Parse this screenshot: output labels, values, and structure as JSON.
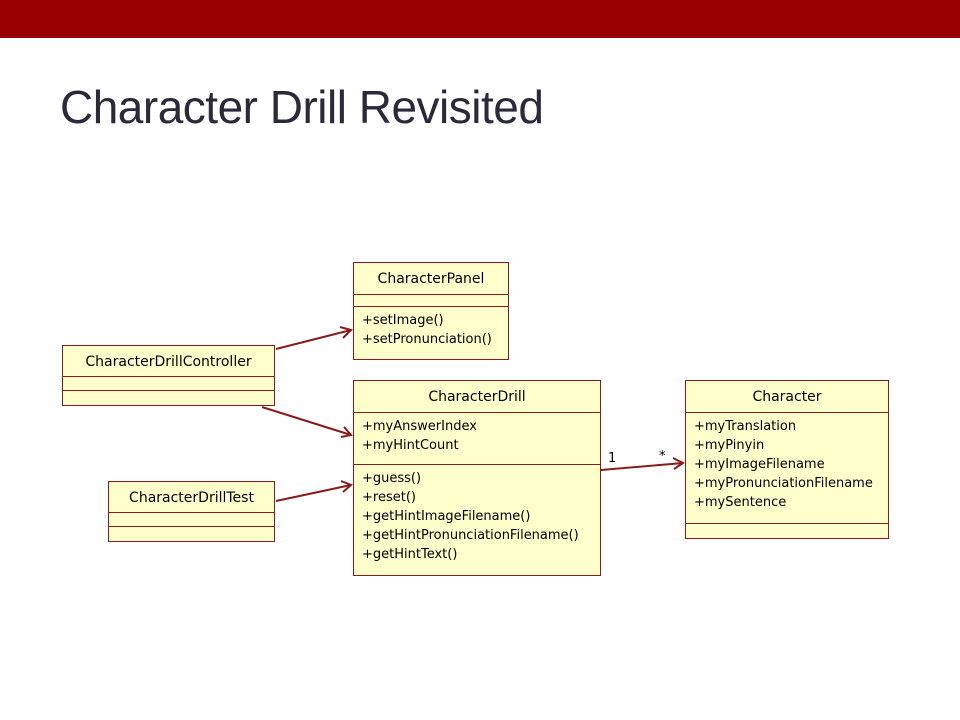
{
  "slide": {
    "title": "Character Drill Revisited"
  },
  "colors": {
    "accent_bar": "#990000",
    "class_fill": "#ffffcc",
    "class_border": "#8b1a1a",
    "arrow": "#8b1a1a"
  },
  "classes": {
    "character_panel": {
      "name": "CharacterPanel",
      "attributes": [],
      "operations": [
        "+setImage()",
        "+setPronunciation()"
      ]
    },
    "character_drill_controller": {
      "name": "CharacterDrillController",
      "attributes": [],
      "operations": []
    },
    "character_drill_test": {
      "name": "CharacterDrillTest",
      "attributes": [],
      "operations": []
    },
    "character_drill": {
      "name": "CharacterDrill",
      "attributes": [
        "+myAnswerIndex",
        "+myHintCount"
      ],
      "operations": [
        "+guess()",
        "+reset()",
        "+getHintImageFilename()",
        "+getHintPronunciationFilename()",
        "+getHintText()"
      ]
    },
    "character": {
      "name": "Character",
      "attributes": [
        "+myTranslation",
        "+myPinyin",
        "+myImageFilename",
        "+myPronunciationFilename",
        "+mySentence"
      ],
      "operations": []
    }
  },
  "associations": [
    {
      "from": "CharacterDrillController",
      "to": "CharacterPanel"
    },
    {
      "from": "CharacterDrillController",
      "to": "CharacterDrill"
    },
    {
      "from": "CharacterDrillTest",
      "to": "CharacterDrill"
    },
    {
      "from": "CharacterDrill",
      "to": "Character",
      "source_multiplicity": "1",
      "target_multiplicity": "*"
    }
  ]
}
